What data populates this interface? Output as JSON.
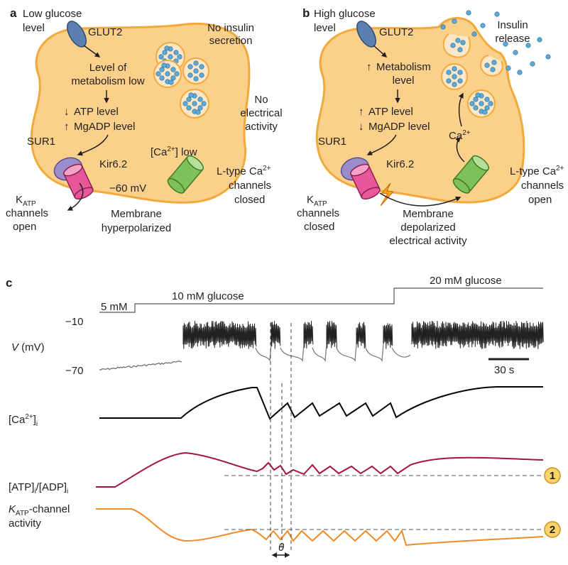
{
  "panel_a": {
    "letter": "a",
    "glucose_line1": "Low glucose",
    "glucose_line2": "level",
    "glut2": "GLUT2",
    "metab_line1": "Level of",
    "metab_line2": "metabolism low",
    "atp": "ATP level",
    "mgadp": "MgADP level",
    "arrow_down": "↓",
    "arrow_up": "↑",
    "sur1": "SUR1",
    "kir": "Kir6.2",
    "ca_pre": "[Ca",
    "ca_sup": "2+",
    "ca_post": "] low",
    "voltage": "−60 mV",
    "no_insulin_line1": "No insulin",
    "no_insulin_line2": "secretion",
    "no_elec_line1": "No",
    "no_elec_line2": "electrical",
    "no_elec_line3": "activity",
    "ltype_line1": "L-type Ca",
    "ltype_sup": "2+",
    "ltype_line2": "channels",
    "ltype_line3": "closed",
    "katp_k": "K",
    "katp_sub": "ATP",
    "katp_line2": "channels",
    "katp_line3": "open",
    "membrane_line1": "Membrane",
    "membrane_line2": "hyperpolarized"
  },
  "panel_b": {
    "letter": "b",
    "glucose_line1": "High glucose",
    "glucose_line2": "level",
    "glut2": "GLUT2",
    "metab_line1": "Metabolism",
    "metab_line2": "level",
    "atp": "ATP level",
    "mgadp": "MgADP level",
    "arrow_down": "↓",
    "arrow_up": "↑",
    "sur1": "SUR1",
    "kir": "Kir6.2",
    "ca": "Ca",
    "ca_sup": "2+",
    "insulin_line1": "Insulin",
    "insulin_line2": "release",
    "ltype_line1": "L-type Ca",
    "ltype_sup": "2+",
    "ltype_line2": "channels",
    "ltype_line3": "open",
    "katp_k": "K",
    "katp_sub": "ATP",
    "katp_line2": "channels",
    "katp_line3": "closed",
    "membrane_line1": "Membrane",
    "membrane_line2": "depolarized",
    "membrane_line3": "electrical activity"
  },
  "panel_c": {
    "letter": "c",
    "glucose_5": "5 mM",
    "glucose_10": "10 mM glucose",
    "glucose_20": "20 mM glucose",
    "v_axis": "V",
    "v_unit": " (mV)",
    "tick_top": "−10",
    "tick_bottom": "−70",
    "scale_bar": "30 s",
    "ca_label_pre": "[Ca",
    "ca_label_sup": "2+",
    "ca_label_post": "]",
    "ca_label_sub": "i",
    "ratio_pre": "[ATP]",
    "ratio_sub1": "i",
    "ratio_mid": "/[ADP]",
    "ratio_sub2": "i",
    "katp_k": "K",
    "katp_sub": "ATP",
    "katp_post": "-channel",
    "katp_line2": "activity",
    "threshold_1": "1",
    "threshold_2": "2",
    "theta": "θ"
  },
  "colors": {
    "cell_fill": "#fbd08a",
    "cell_stroke": "#f2a93b",
    "vesicle_fill": "#fce8c8",
    "granule": "#5ca8d6",
    "glut2": "#5b7fae",
    "sur1": "#9b8ccc",
    "kir": "#e8579a",
    "ltype": "#7ec15a",
    "ca_trace": "#000000",
    "atp_trace": "#a4123f",
    "katp_trace": "#f08a24",
    "badge": "#fbd36b"
  }
}
